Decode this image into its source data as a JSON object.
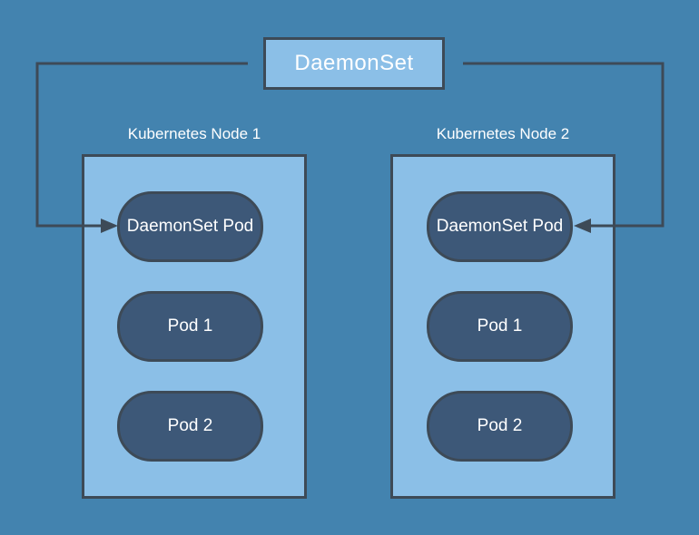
{
  "diagram": {
    "title": {
      "label": "DaemonSet"
    },
    "nodes": [
      {
        "label": "Kubernetes Node 1",
        "pods": [
          "DaemonSet Pod",
          "Pod 1",
          "Pod 2"
        ]
      },
      {
        "label": "Kubernetes Node 2",
        "pods": [
          "DaemonSet Pod",
          "Pod 1",
          "Pod 2"
        ]
      }
    ],
    "arrows": [
      {
        "name": "daemonset-to-node1-pod",
        "from": "DaemonSet",
        "to": "DaemonSet Pod (Node 1)",
        "direction": "right"
      },
      {
        "name": "daemonset-to-node2-pod",
        "from": "DaemonSet",
        "to": "DaemonSet Pod (Node 2)",
        "direction": "left"
      }
    ],
    "colors": {
      "background": "#4383af",
      "light_fill": "#8bbfe7",
      "pod_fill": "#3d5878",
      "stroke": "#3d4a57",
      "text": "#ffffff"
    }
  }
}
